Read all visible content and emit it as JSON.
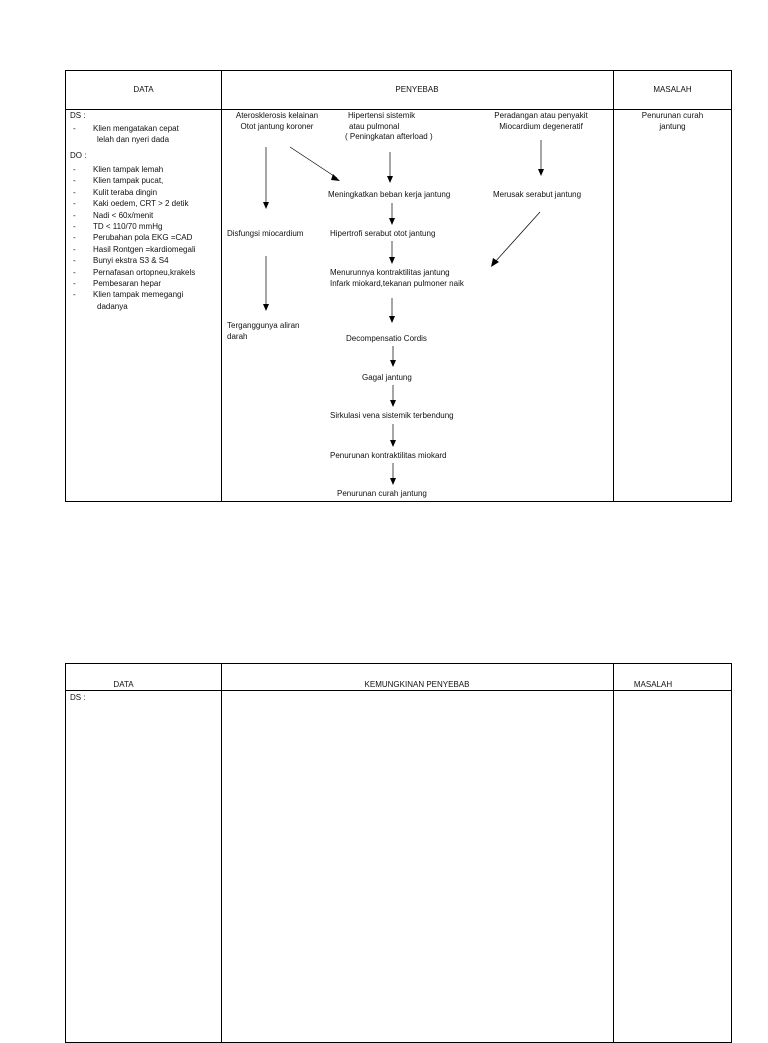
{
  "table1": {
    "headers": {
      "data": "DATA",
      "cause": "PENYEBAB",
      "problem": "MASALAH"
    },
    "ds_label": "DS  :",
    "ds_items": [
      "Klien mengatakan cepat",
      "lelah  dan nyeri dada"
    ],
    "do_label": "DO  :",
    "do_items": [
      "Klien tampak lemah",
      "Klien tampak pucat,",
      "Kulit  teraba dingin",
      "Kaki oedem, CRT > 2 detik",
      "Nadi < 60x/menit",
      "TD < 110/70 mmHg",
      "Perubahan pola EKG =CAD",
      "Hasil Rontgen =kardiomegali",
      "Bunyi ekstra S3 & S4",
      "Pernafasan ortopneu,krakels",
      "Pembesaran hepar",
      "Klien tampak memegangi",
      "dadanya"
    ],
    "flow": {
      "athero_1": "Aterosklerosis kelainan",
      "athero_2": "Otot jantung koroner",
      "hyper_1": "Hipertensi sistemik",
      "hyper_2": "atau pulmonal",
      "hyper_3": "( Peningkatan afterload )",
      "inflam_1": "Peradangan atau penyakit",
      "inflam_2": "Miocardium degeneratif",
      "workload": "Meningkatkan beban kerja jantung",
      "fiber_damage": "Merusak serabut jantung",
      "dysfunction": "Disfungsi miocardium",
      "hypertrophy": "Hipertrofi serabut otot jantung",
      "contractility_1": "Menurunnya kontraktilitas jantung",
      "contractility_2": "Infark miokard,tekanan pulmoner naik",
      "flow_1": "Terganggunya aliran",
      "flow_2": "darah",
      "decomp": "Decompensatio  Cordis",
      "failure": "Gagal jantung",
      "venous": "Sirkulasi vena sistemik terbendung",
      "myo_decrease": "Penurunan kontraktilitas miokard",
      "output_decrease": "Penurunan curah jantung"
    },
    "problem_1": "Penurunan curah",
    "problem_2": "jantung"
  },
  "table2": {
    "headers": {
      "data": "DATA",
      "cause": "KEMUNGKINAN PENYEBAB",
      "problem": "MASALAH"
    },
    "ds_label": "DS  :"
  }
}
